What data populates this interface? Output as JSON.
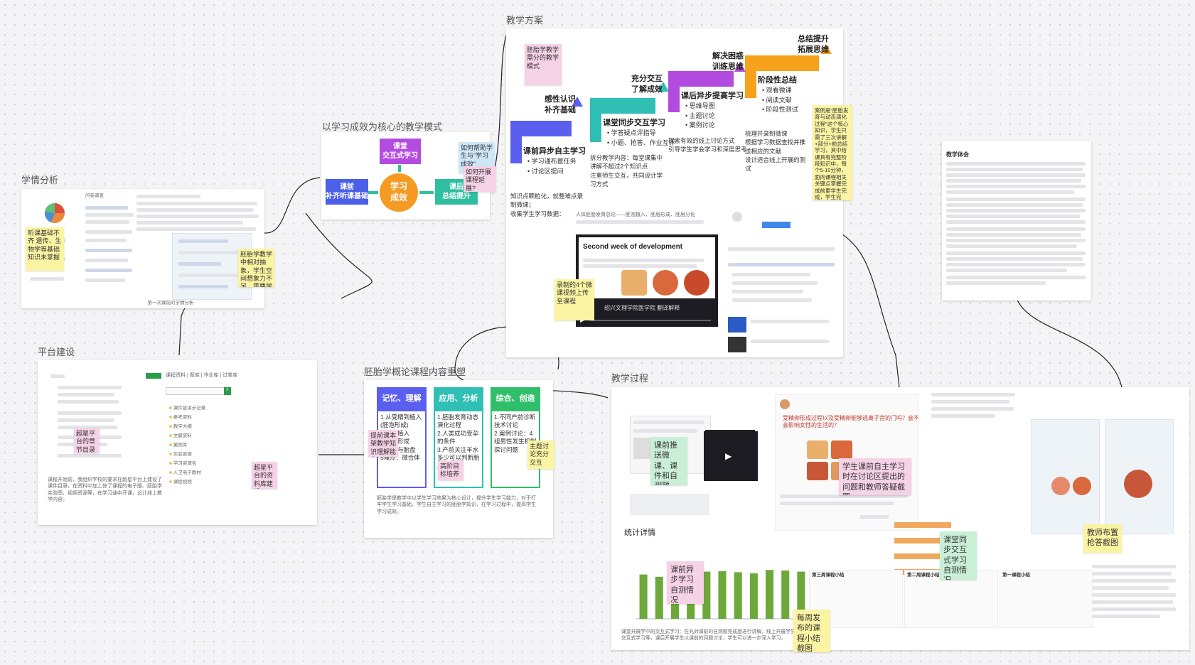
{
  "sections": {
    "student_analysis": "学情分析",
    "teaching_mode": "以学习成效为核心的教学模式",
    "teaching_plan": "教学方案",
    "platform": "平台建设",
    "course_rebuild": "胚胎学概论课程内容重塑",
    "teaching_process": "教学过程"
  },
  "mode": {
    "center": "学习\n成效",
    "top": "课堂\n交互式学习",
    "left": "课前\n补齐听课基础",
    "right": "课后\n总结提升",
    "note1": "如何帮助学生与“学习成效”",
    "note2": "如何开展课程延展?"
  },
  "analysis": {
    "pie_title": "问卷调查",
    "note1": "听课基础不齐 遗传、生物学等基础知识未掌握",
    "note2": "胚胎学教学中相对抽象，学生空间想象力不足，需要学习资源及交互答疑等支持",
    "caption": "第一次课前的学情分析"
  },
  "plan": {
    "steps": [
      {
        "title": "感性认识\n补齐基础",
        "color": "#5b5ff0"
      },
      {
        "title": "充分交互\n了解成效",
        "color": "#2fbfb5"
      },
      {
        "title": "解决困惑\n训练思维",
        "color": "#b44be0"
      },
      {
        "title": "总结提升\n拓展思维",
        "color": "#f7a21b"
      }
    ],
    "phases": [
      {
        "title": "课前异步自主学习",
        "items": [
          "学习通布置任务",
          "讨论区提问"
        ]
      },
      {
        "title": "课堂同步交互学习",
        "items": [
          "学答疑点评指导",
          "小题、抢答、作业互评"
        ]
      },
      {
        "title": "课后异步提高学习",
        "items": [
          "思维导图",
          "主题讨论",
          "案例讨论"
        ]
      },
      {
        "title": "阶段性总结",
        "items": [
          "观看微课",
          "阅读文献",
          "阶段性测试"
        ]
      }
    ],
    "desc1": "知识点颗粒化，就整难点录制微课；\n收集学生学习数据：",
    "desc2": "拆分教学内容：每堂课集中讲解不超过2个知识点\n注重师生交互，共同设计学习方式",
    "desc3": "探索有效的线上讨论方式\n引导学生学会学习和深度思考",
    "desc4": "梳理并录制微课\n根据学习数据查找并推送相应的文献\n设计适合线上开展的测试",
    "note_top": "胚胎学教学需分的教学模式",
    "note_right": "案例是“胚胎发育与动态演化过程”这个核心知识，学生只需了三次讲解+部分+前总结学习，其中给课具有完整阶段知识中，每个5-10分钟，面向课程相关关键点掌握完成前更学生完成，学生完成“我觉得的疑问前等”。",
    "note_bottom": "录制的4个微课视频上传至课程",
    "video_title": "Second week of development",
    "video_caption": "绍兴文理学院医学院 翻译解释",
    "page_title": "人体胚胎发育总论——胚泡植入、胚层形成、胚层分化"
  },
  "reflection": {
    "title": "教学体会"
  },
  "platform": {
    "caption": "课程开始前，我组织学校的要求在超星平台上建设了课件目录，在资料中加上修了课程的电子版、胚胎学实验图、视频资源等，在学习通中开课，设计线上教学内容。",
    "tabs": [
      "课程资料",
      "题库",
      "作业库",
      "试卷库"
    ],
    "folders": [
      "课件宣讲示记录",
      "参考资料",
      "教学大纲",
      "文献资料",
      "案例库",
      "实验资源",
      "学习资源包",
      "人卫电子教材",
      "课程视频"
    ],
    "note1": "超星平台的章节目录建设",
    "note2": "超星平台的资料库建设"
  },
  "rebuild": {
    "cols": [
      {
        "head": "记忆、理解",
        "color": "#5b5ff0",
        "body": "1.从受精到植入(胚泡形成)\n2.胚泡植入\n3.胚层形成\n4.胎膜与胎盘\n5难点：微合体"
      },
      {
        "head": "应用、分析",
        "color": "#2fbfb5",
        "body": "1.胚胎发育动态演化过程\n2.人类成功受孕的条件\n3.产前关注羊水多少可以判断胎儿的健康"
      },
      {
        "head": "综合、创造",
        "color": "#2fbf6a",
        "body": "1.不同产前诊断技术讨论\n2.案例讨论：4组男性发生机制探讨问题"
      }
    ],
    "note1": "提前课本架教学知识理解能力",
    "note2": "高阶目标培养",
    "note3": "主题讨论充分交互",
    "caption": "胚胎学是教学中以学生学习效果为核心设计，提升学生学习能力，对于打牢学生学习基础，学生自主学习的胚胎学知识，在学习过程中，提高学生学习成效。"
  },
  "process": {
    "note_push": "课前推送微课、课件和自测题",
    "note_post": "学生课前自主学习时在讨论区提出的问题和教师答疑截图",
    "note_sync": "课堂同步交互式学习自测情况",
    "note_pre": "课前异步学习自测情况",
    "note_weekly": "每周发布的课程小结截图",
    "note_teacher": "教师布置抢答截图",
    "stats_title": "统计详情",
    "bar_values": [
      0.78,
      0.74,
      0.82,
      0.8,
      0.83,
      0.84,
      0.82,
      0.8,
      0.86,
      0.85,
      0.83
    ],
    "weekly": [
      "第三周课程小结",
      "第二周课程小结",
      "第一课程小结"
    ],
    "question": "受精卵形成过程以及受精卵能够逃离子宫的门吗？会不会影响女性的生活的？",
    "caption": "课堂开展学中的交互式学习：在允对课前的自测题完成度进行讲解，线上开展学生同步交互式学习等，课后开展学生以课前的问题讨论，学生可以进一步深入学习。"
  }
}
